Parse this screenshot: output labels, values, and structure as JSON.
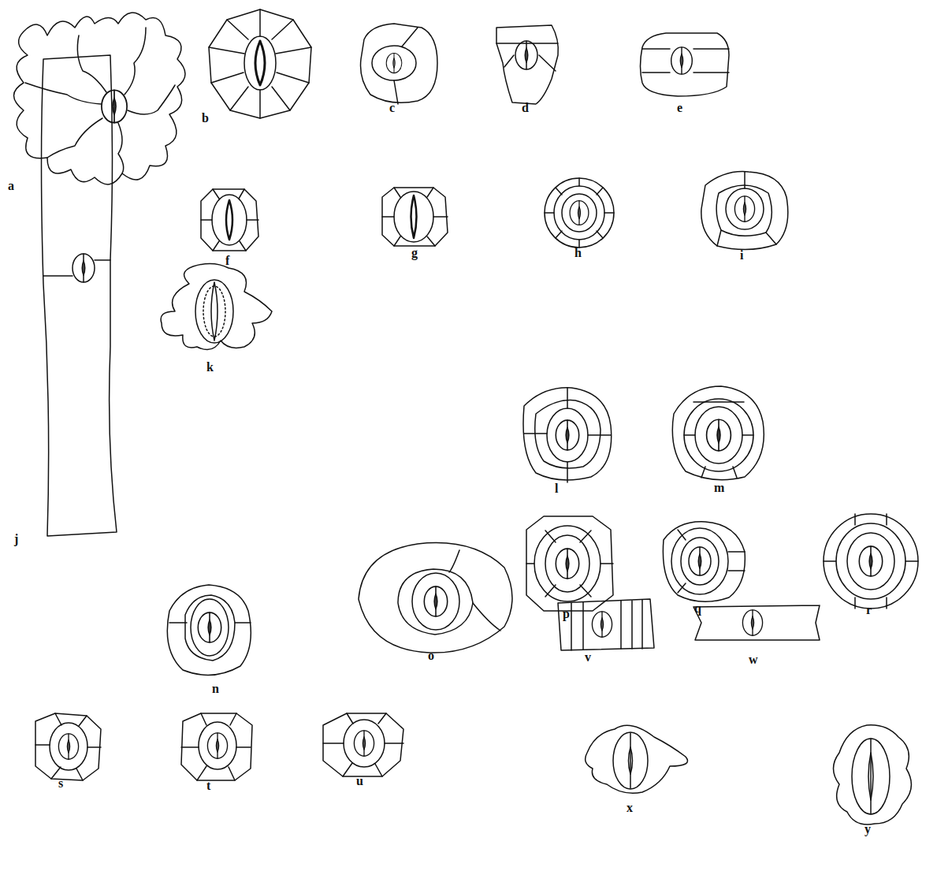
{
  "diagram": {
    "labels": [
      "a",
      "b",
      "c",
      "d",
      "e",
      "f",
      "g",
      "h",
      "i",
      "j",
      "k",
      "l",
      "m",
      "n",
      "o",
      "p",
      "q",
      "r",
      "s",
      "t",
      "u",
      "v",
      "w",
      "x",
      "y"
    ]
  }
}
